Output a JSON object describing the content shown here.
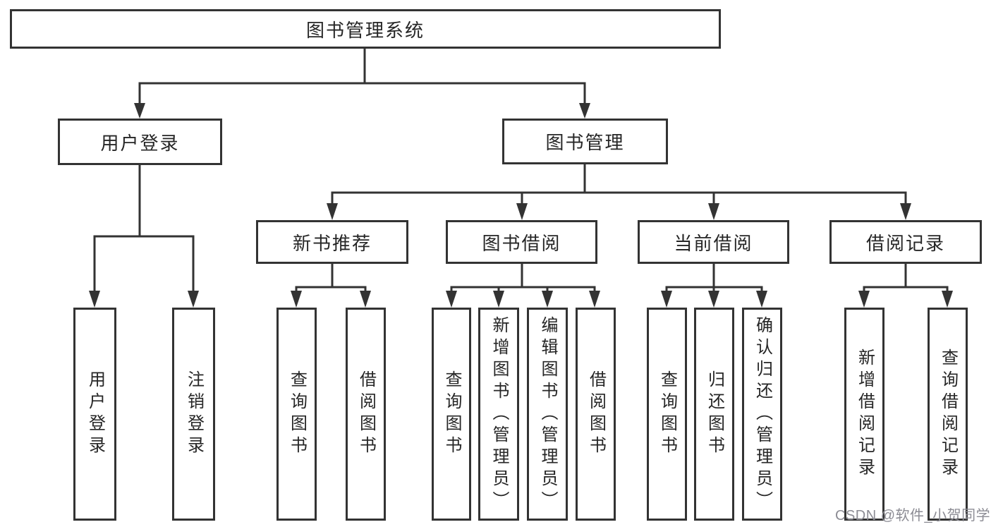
{
  "diagram_title": "图书管理系统",
  "tree": {
    "label": "图书管理系统",
    "children": [
      {
        "label": "用户登录",
        "children": [
          {
            "label": "用户登录"
          },
          {
            "label": "注销登录"
          }
        ]
      },
      {
        "label": "图书管理",
        "children": [
          {
            "label": "新书推荐",
            "children": [
              {
                "label": "查询图书"
              },
              {
                "label": "借阅图书"
              }
            ]
          },
          {
            "label": "图书借阅",
            "children": [
              {
                "label": "查询图书"
              },
              {
                "label": "新增图书（管理员）"
              },
              {
                "label": "编辑图书（管理员）"
              },
              {
                "label": "借阅图书"
              }
            ]
          },
          {
            "label": "当前借阅",
            "children": [
              {
                "label": "查询图书"
              },
              {
                "label": "归还图书"
              },
              {
                "label": "确认归还（管理员）"
              }
            ]
          },
          {
            "label": "借阅记录",
            "children": [
              {
                "label": "新增借阅记录"
              },
              {
                "label": "查询借阅记录"
              }
            ]
          }
        ]
      }
    ]
  },
  "watermark": "CSDN @软件_小贺同学",
  "colors": {
    "line": "#333333",
    "box_border": "#333333",
    "text": "#262626",
    "background": "#ffffff",
    "watermark": "#8c8c94"
  }
}
